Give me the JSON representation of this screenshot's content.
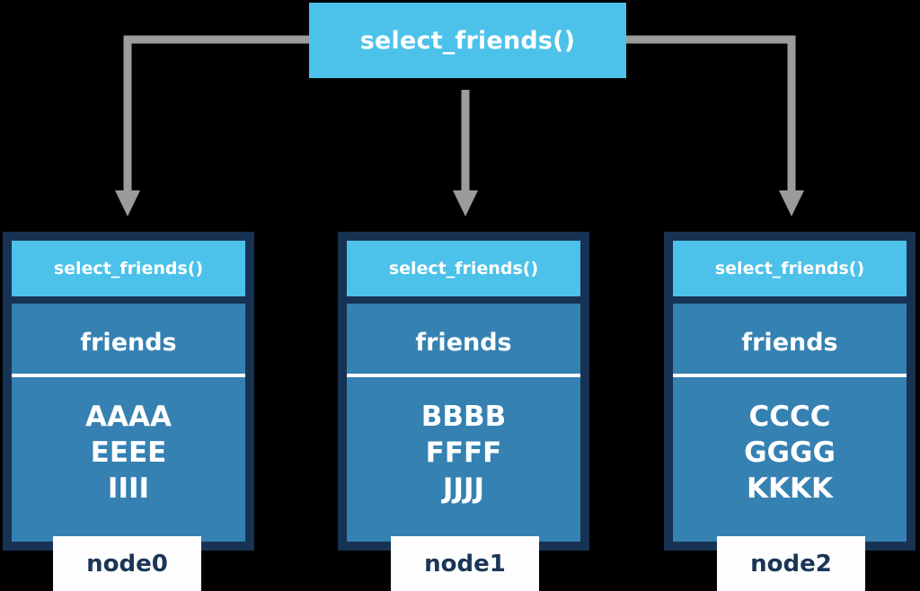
{
  "diagram": {
    "type": "call-distribution-diagram",
    "background_color": "#000000",
    "colors": {
      "accent_light_blue": "#4CC2EA",
      "body_blue": "#3581B2",
      "card_border_navy": "#173253",
      "connector_gray": "#9B9B9B",
      "plate_white": "#FDFDFD",
      "plate_text_navy": "#1B3557",
      "text_white": "#FFFFFF"
    },
    "root": {
      "label": "select_friends()"
    },
    "connectors": [
      {
        "name": "root-to-node0",
        "style": "elbow-left",
        "arrowhead": "down"
      },
      {
        "name": "root-to-node1",
        "style": "straight-down",
        "arrowhead": "down"
      },
      {
        "name": "root-to-node2",
        "style": "elbow-right",
        "arrowhead": "down"
      }
    ],
    "nodes": [
      {
        "header": "select_friends()",
        "variable": "friends",
        "values": [
          "AAAA",
          "EEEE",
          "IIII"
        ],
        "plate": "node0"
      },
      {
        "header": "select_friends()",
        "variable": "friends",
        "values": [
          "BBBB",
          "FFFF",
          "JJJJ"
        ],
        "plate": "node1"
      },
      {
        "header": "select_friends()",
        "variable": "friends",
        "values": [
          "CCCC",
          "GGGG",
          "KKKK"
        ],
        "plate": "node2"
      }
    ]
  }
}
